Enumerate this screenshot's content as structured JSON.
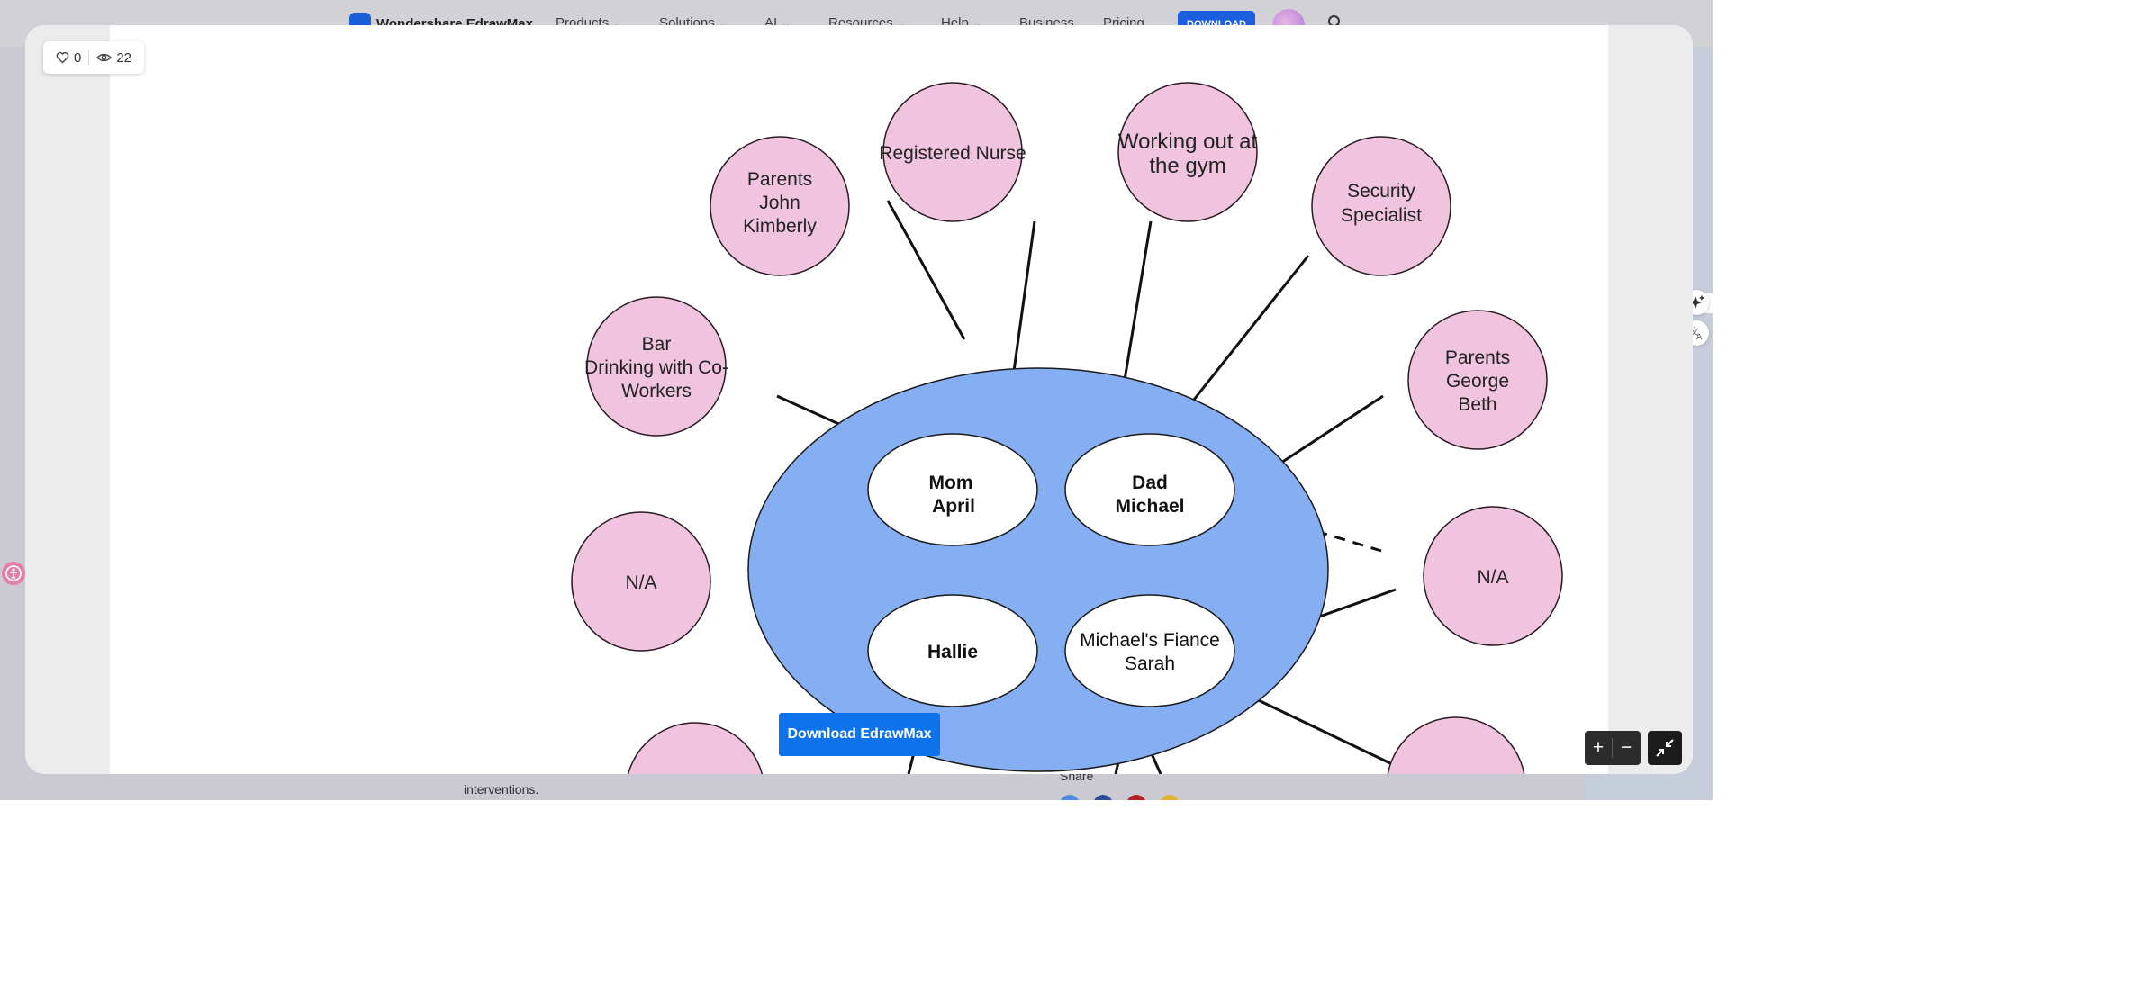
{
  "site_nav": {
    "logo_text": "Wondershare EdrawMax",
    "items": [
      "Products",
      "Solutions",
      "AI",
      "Resources",
      "Help",
      "Business",
      "Pricing"
    ],
    "download_label": "DOWNLOAD"
  },
  "background_page": {
    "snippet_text": "interventions.",
    "share_label": "Share"
  },
  "viewer": {
    "likes": "0",
    "views": "22",
    "download_button": "Download EdrawMax",
    "zoom_in": "+",
    "zoom_out": "−"
  },
  "diagram": {
    "family_nodes": {
      "mom": [
        "Mom",
        "April"
      ],
      "dad": [
        "Dad",
        "Michael"
      ],
      "hallie": [
        "Hallie"
      ],
      "fiance": [
        "Michael's Fiance",
        "Sarah"
      ]
    },
    "circles": {
      "parents_john": [
        "Parents",
        "John",
        "Kimberly"
      ],
      "registered_nurse": [
        "Registered Nurse"
      ],
      "gym": [
        "Working out at",
        "the gym"
      ],
      "security": [
        "Security",
        "Specialist"
      ],
      "bar": [
        "Bar",
        "Drinking with Co-",
        "Workers"
      ],
      "parents_george": [
        "Parents",
        "George",
        "Beth"
      ],
      "na_left": [
        "N/A"
      ],
      "na_right": [
        "N/A"
      ],
      "bottom_left": [],
      "bottom_right": []
    },
    "colors": {
      "household": "#86aef2",
      "circle_fill": "#f0c4df",
      "node_fill": "#ffffff",
      "line": "#111111"
    }
  }
}
